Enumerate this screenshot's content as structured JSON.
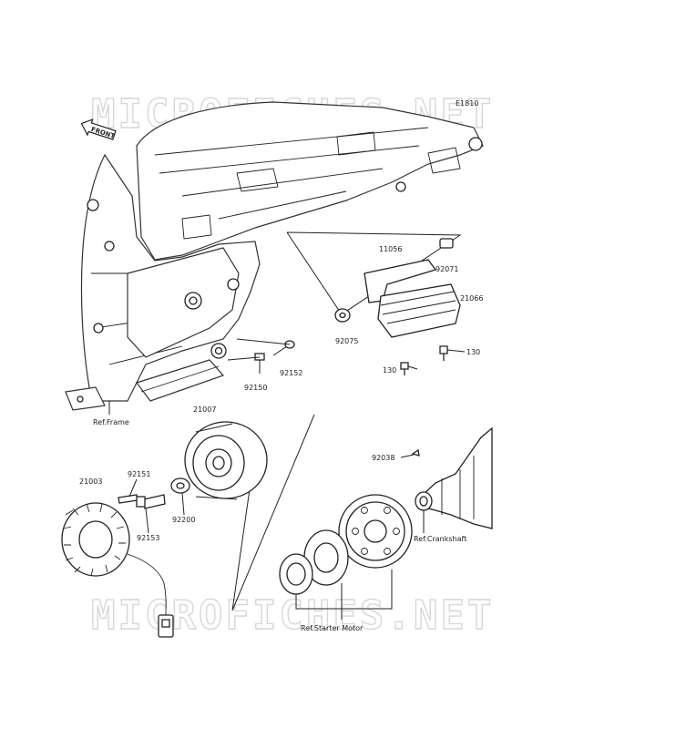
{
  "diagram_code": "E1810",
  "direction_label": "FRONT",
  "watermark": "MICROFICHES.NET",
  "parts": {
    "p11056": "11056",
    "p92071": "92071",
    "p21066": "21066",
    "p92075": "92075",
    "p130a": "130",
    "p130b": "130",
    "p92150": "92150",
    "p92152": "92152",
    "p21007": "21007",
    "p92038": "92038",
    "p21003": "21003",
    "p92151": "92151",
    "p92153": "92153",
    "p92200": "92200"
  },
  "refs": {
    "frame": "Ref.Frame",
    "crankshaft": "Ref.Crankshaft",
    "starter_motor": "Ref.Starter Motor"
  }
}
